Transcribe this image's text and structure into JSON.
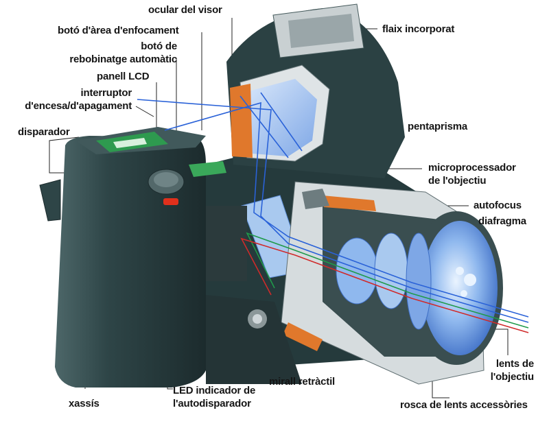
{
  "labels": {
    "ocular": "ocular del visor",
    "focus_area": "botó d'àrea d'enfocament",
    "rewind_1": "botó de",
    "rewind_2": "rebobinatge automàtic",
    "lcd": "panell LCD",
    "power_1": "interruptor",
    "power_2": "d'encesa/d'apagament",
    "shutter": "disparador",
    "flash": "flaix incorporat",
    "pentaprism": "pentaprisma",
    "lens_cpu_1": "microprocessador",
    "lens_cpu_2": "de l'objectiu",
    "autofocus": "autofocus",
    "aperture": "diafragma",
    "lens_elems_1": "lents de",
    "lens_elems_2": "l'objectiu",
    "accessory_thread": "rosca de lents accessòries",
    "mirror": "mirall retràctil",
    "led_1": "LED indicador de",
    "led_2": "l'autodisparador",
    "body": "xassís"
  },
  "colors": {
    "body": "#2e4547",
    "body_dark": "#1c2b2d",
    "body_light": "#4d6769",
    "metal": "#cfd6d9",
    "orange": "#e0782c",
    "glass": "#a9c9ef",
    "glass_deep": "#5f8fd8",
    "lcd_green": "#2e9a4f",
    "led_red": "#e0301c",
    "ray_blue": "#2a62d8",
    "ray_green": "#1f9a4a",
    "ray_red": "#d02a2a"
  }
}
